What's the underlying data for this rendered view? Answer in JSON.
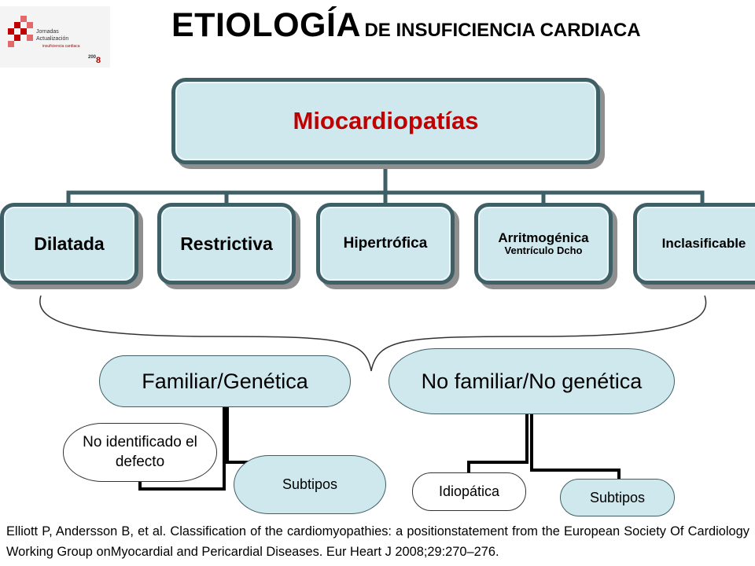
{
  "header": {
    "title_main": "ETIOLOGÍA",
    "title_rest": "DE INSUFICIENCIA CARDIACA",
    "logo": {
      "line1": "Jornadas",
      "line2": "Actualización",
      "line3": "insuficiencia cardiaca",
      "year_a": "200",
      "year_b": "8"
    }
  },
  "diagram": {
    "root": "Miocardiopatías",
    "types": [
      {
        "label": "Dilatada"
      },
      {
        "label": "Restrictiva"
      },
      {
        "label": "Hipertrófica"
      },
      {
        "label": "Arritmogénica",
        "sublabel": "Ventrículo Dcho"
      },
      {
        "label": "Inclasificable"
      }
    ],
    "groups": {
      "familiar": {
        "label": "Familiar/Genética",
        "children": [
          "No identificado el defecto",
          "Subtipos"
        ]
      },
      "no_familiar": {
        "label": "No familiar/No genética",
        "children": [
          "Idiopática",
          "Subtipos"
        ]
      }
    }
  },
  "citation": "Elliott P, Andersson B, et al. Classification of the cardiomyopathies: a positionstatement from the European Society Of Cardiology Working Group onMyocardial and Pericardial Diseases. Eur Heart J 2008;29:270–276.",
  "colors": {
    "root_text": "#c00000",
    "box_fill": "#cfe8ee",
    "box_border": "#3f5f66",
    "connector": "#3f5f66"
  }
}
